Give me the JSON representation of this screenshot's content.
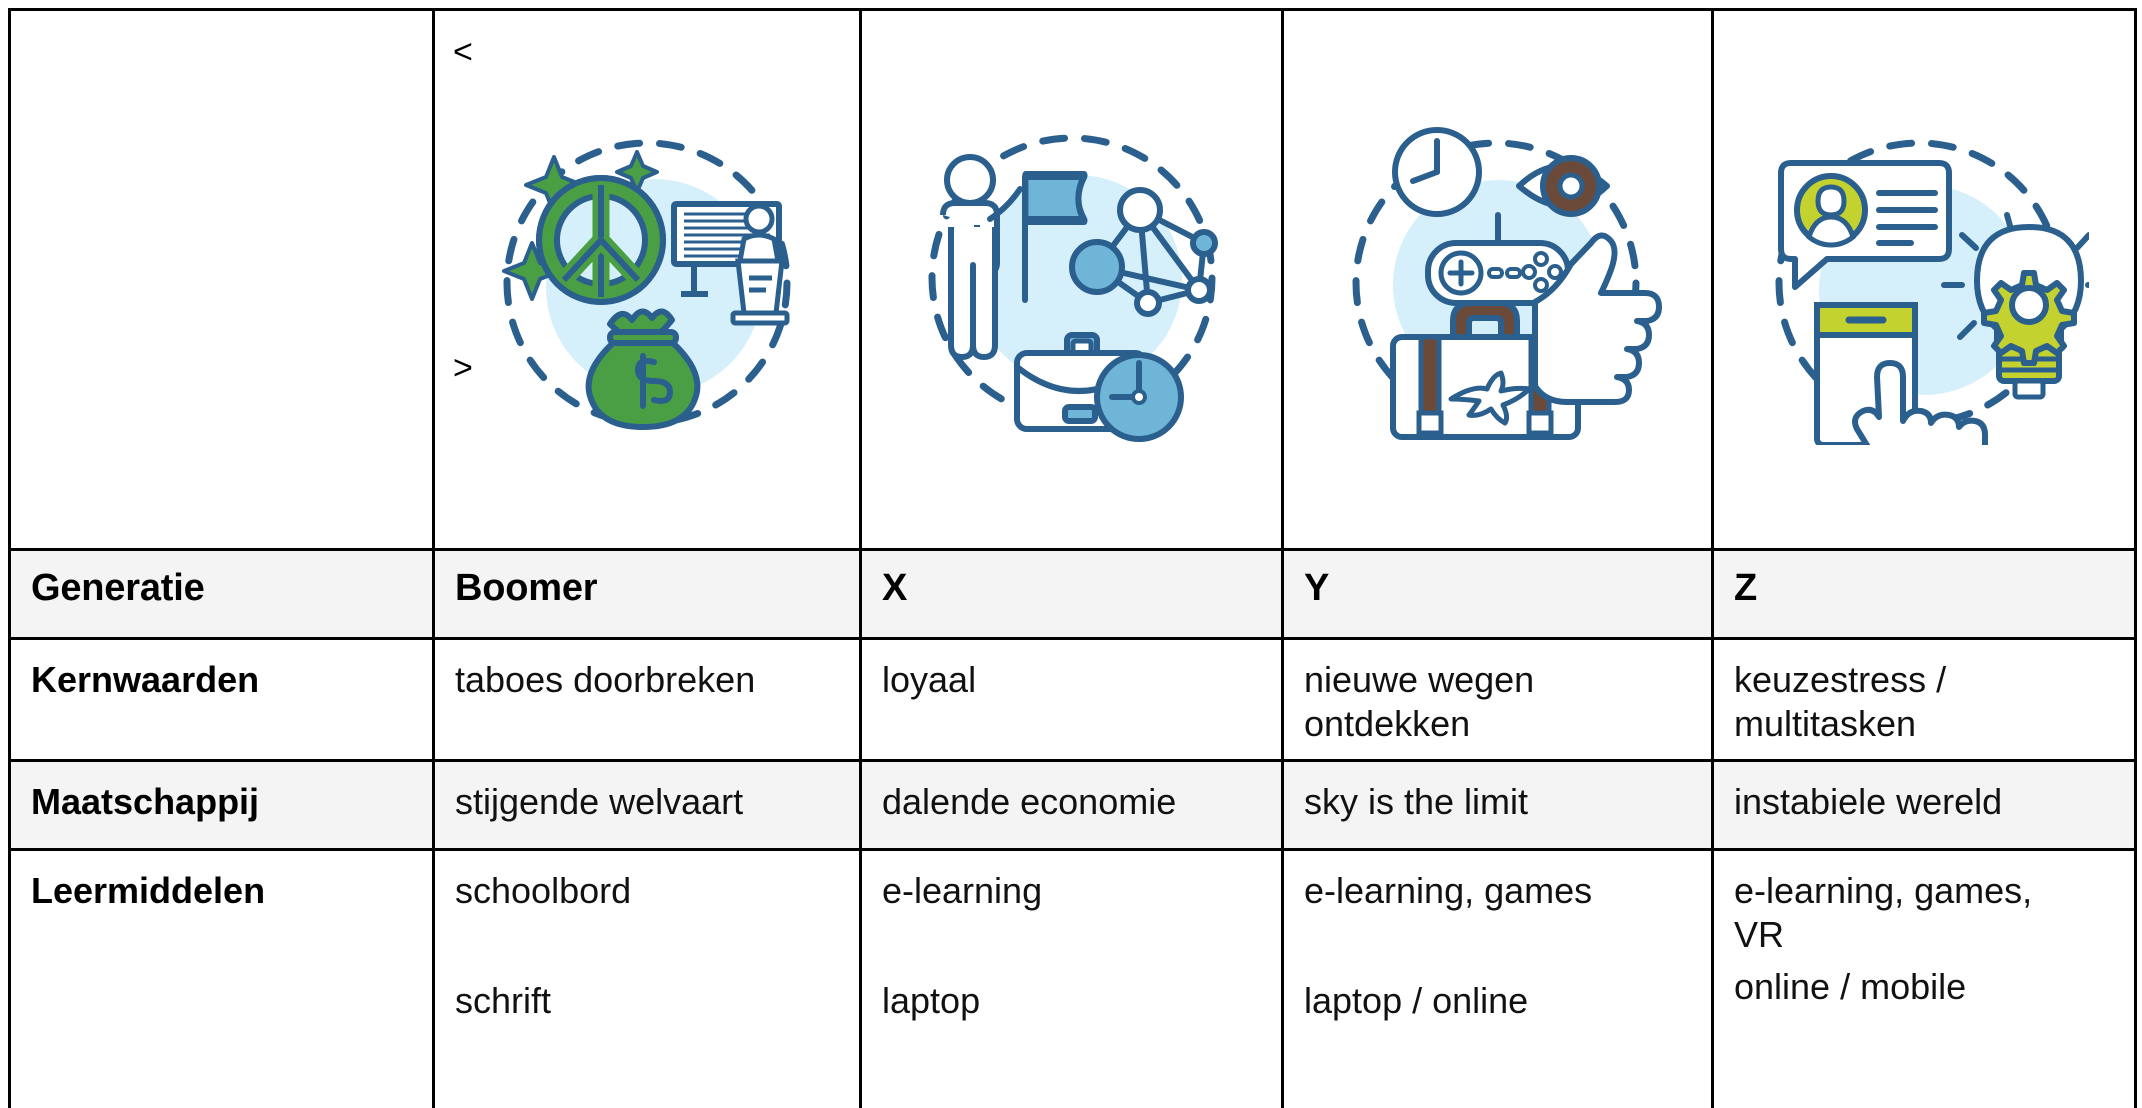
{
  "table": {
    "row_labels": [
      "Generatie",
      "Kernwaarden",
      "Maatschappij",
      "Leermiddelen"
    ],
    "columns": [
      "Boomer",
      "X",
      "Y",
      "Z"
    ],
    "header_label_cell": "Generatie",
    "headers": {
      "col1": "Boomer",
      "col2": "X",
      "col3": "Y",
      "col4": "Z"
    },
    "rows": [
      {
        "label": "Kernwaarden",
        "boomer": "taboes doorbreken",
        "x": "loyaal",
        "y_line1": "nieuwe wegen",
        "y_line2": "ontdekken",
        "z_line1": "keuzestress /",
        "z_line2": "multitasken"
      },
      {
        "label": "Maatschappij",
        "boomer": "stijgende welvaart",
        "x": "dalende economie",
        "y": "sky is the limit",
        "z": "instabiele wereld"
      },
      {
        "label": "Leermiddelen",
        "boomer_line1": "schoolbord",
        "boomer_line2": "schrift",
        "x_line1": "e-learning",
        "x_line2": "laptop",
        "y_line1": "e-learning, games",
        "y_line2": "laptop / online",
        "z_line1": "e-learning, games,",
        "z_line2": "VR",
        "z_line3": "online / mobile"
      }
    ]
  },
  "illustrations": {
    "boomer": {
      "alt": "boomer-illustration",
      "chevron_left": "<",
      "chevron_right": ">",
      "icons": [
        "peace-sign-icon",
        "money-bag-icon",
        "presentation-board-icon",
        "speaker-podium-icon",
        "sparkle-icon",
        "dashed-circle-icon"
      ]
    },
    "x": {
      "alt": "generation-x-illustration",
      "icons": [
        "person-with-flag-icon",
        "network-nodes-icon",
        "briefcase-icon",
        "clock-icon",
        "dashed-circle-icon"
      ]
    },
    "y": {
      "alt": "generation-y-illustration",
      "icons": [
        "clock-icon",
        "eye-icon",
        "game-controller-icon",
        "travel-suitcase-icon",
        "airplane-icon",
        "thumbs-up-icon",
        "dashed-circle-icon"
      ]
    },
    "z": {
      "alt": "generation-z-illustration",
      "icons": [
        "chat-bubble-avatar-icon",
        "smartphone-icon",
        "pointing-hand-icon",
        "lightbulb-gear-icon",
        "dashed-circle-icon"
      ]
    }
  },
  "colors": {
    "ink_blue": "#2b5f8e",
    "pale_blue": "#d6f0fb",
    "mid_blue": "#6fb5d8",
    "green": "#4a9e44",
    "lime": "#c3d22e",
    "brown": "#6b4a3a",
    "header_gray": "#f4f4f4",
    "border_black": "#000000"
  }
}
